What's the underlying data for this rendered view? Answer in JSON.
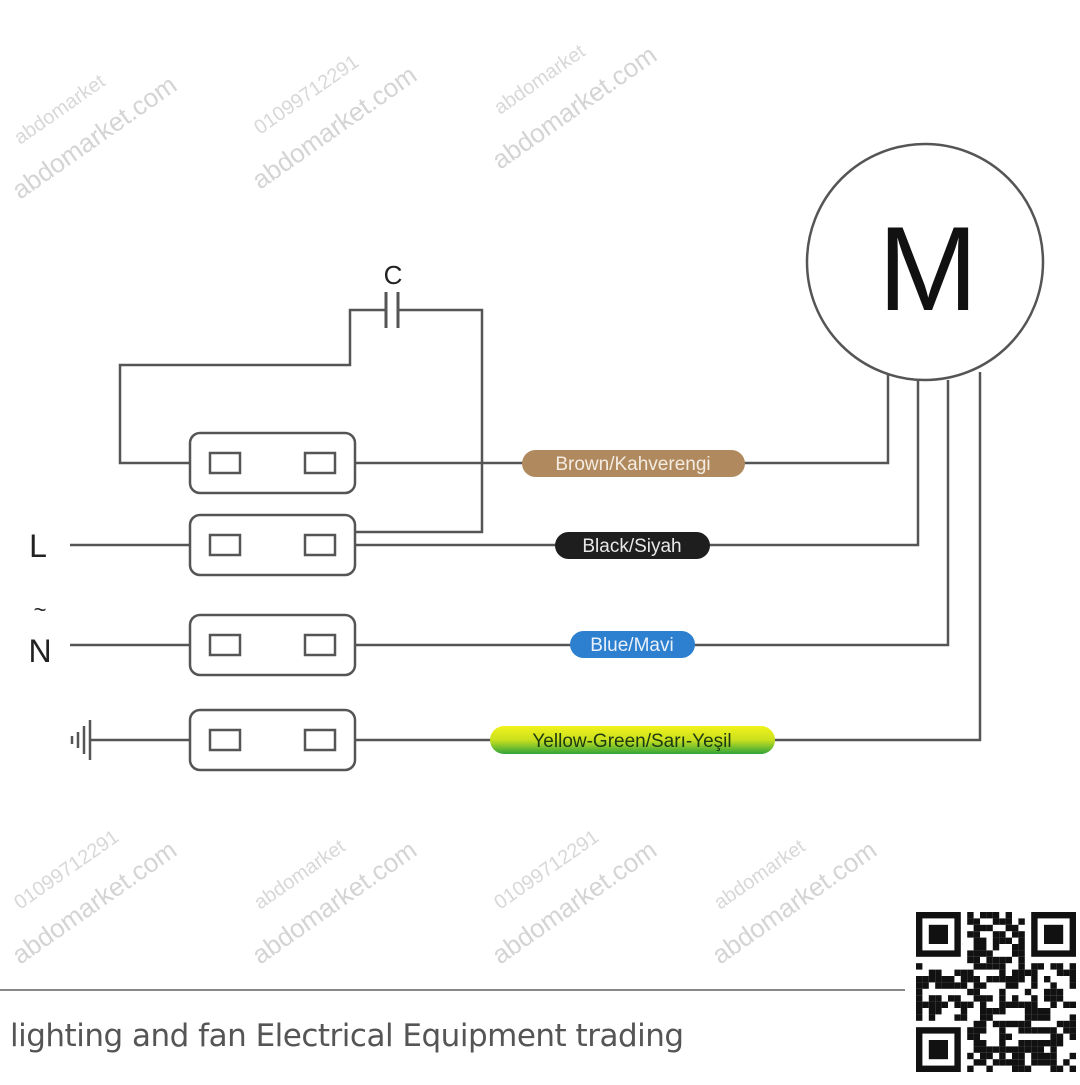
{
  "motor": {
    "label": "M"
  },
  "capacitor": {
    "label": "C"
  },
  "terminals": {
    "L": "L",
    "N": "N",
    "N_symbol": "~"
  },
  "wires": [
    {
      "label": "Brown/Kahverengi",
      "color": "#b08a5e",
      "text_color": "#f4ece2"
    },
    {
      "label": "Black/Siyah",
      "color": "#1e1e1e",
      "text_color": "#e8e8e8"
    },
    {
      "label": "Blue/Mavi",
      "color": "#2d80cf",
      "text_color": "#e8f0fa"
    },
    {
      "label": "Yellow-Green/Sarı-Yeşil",
      "color": "#e8ec20",
      "color2": "#3aa83a",
      "text_color": "#1d3a12"
    }
  ],
  "watermark": {
    "site": "abdomarket.com",
    "phone": "01099712291",
    "brand": "abdomarket"
  },
  "footer": {
    "text": "lighting and fan Electrical Equipment trading"
  },
  "colors": {
    "line": "#555555"
  }
}
